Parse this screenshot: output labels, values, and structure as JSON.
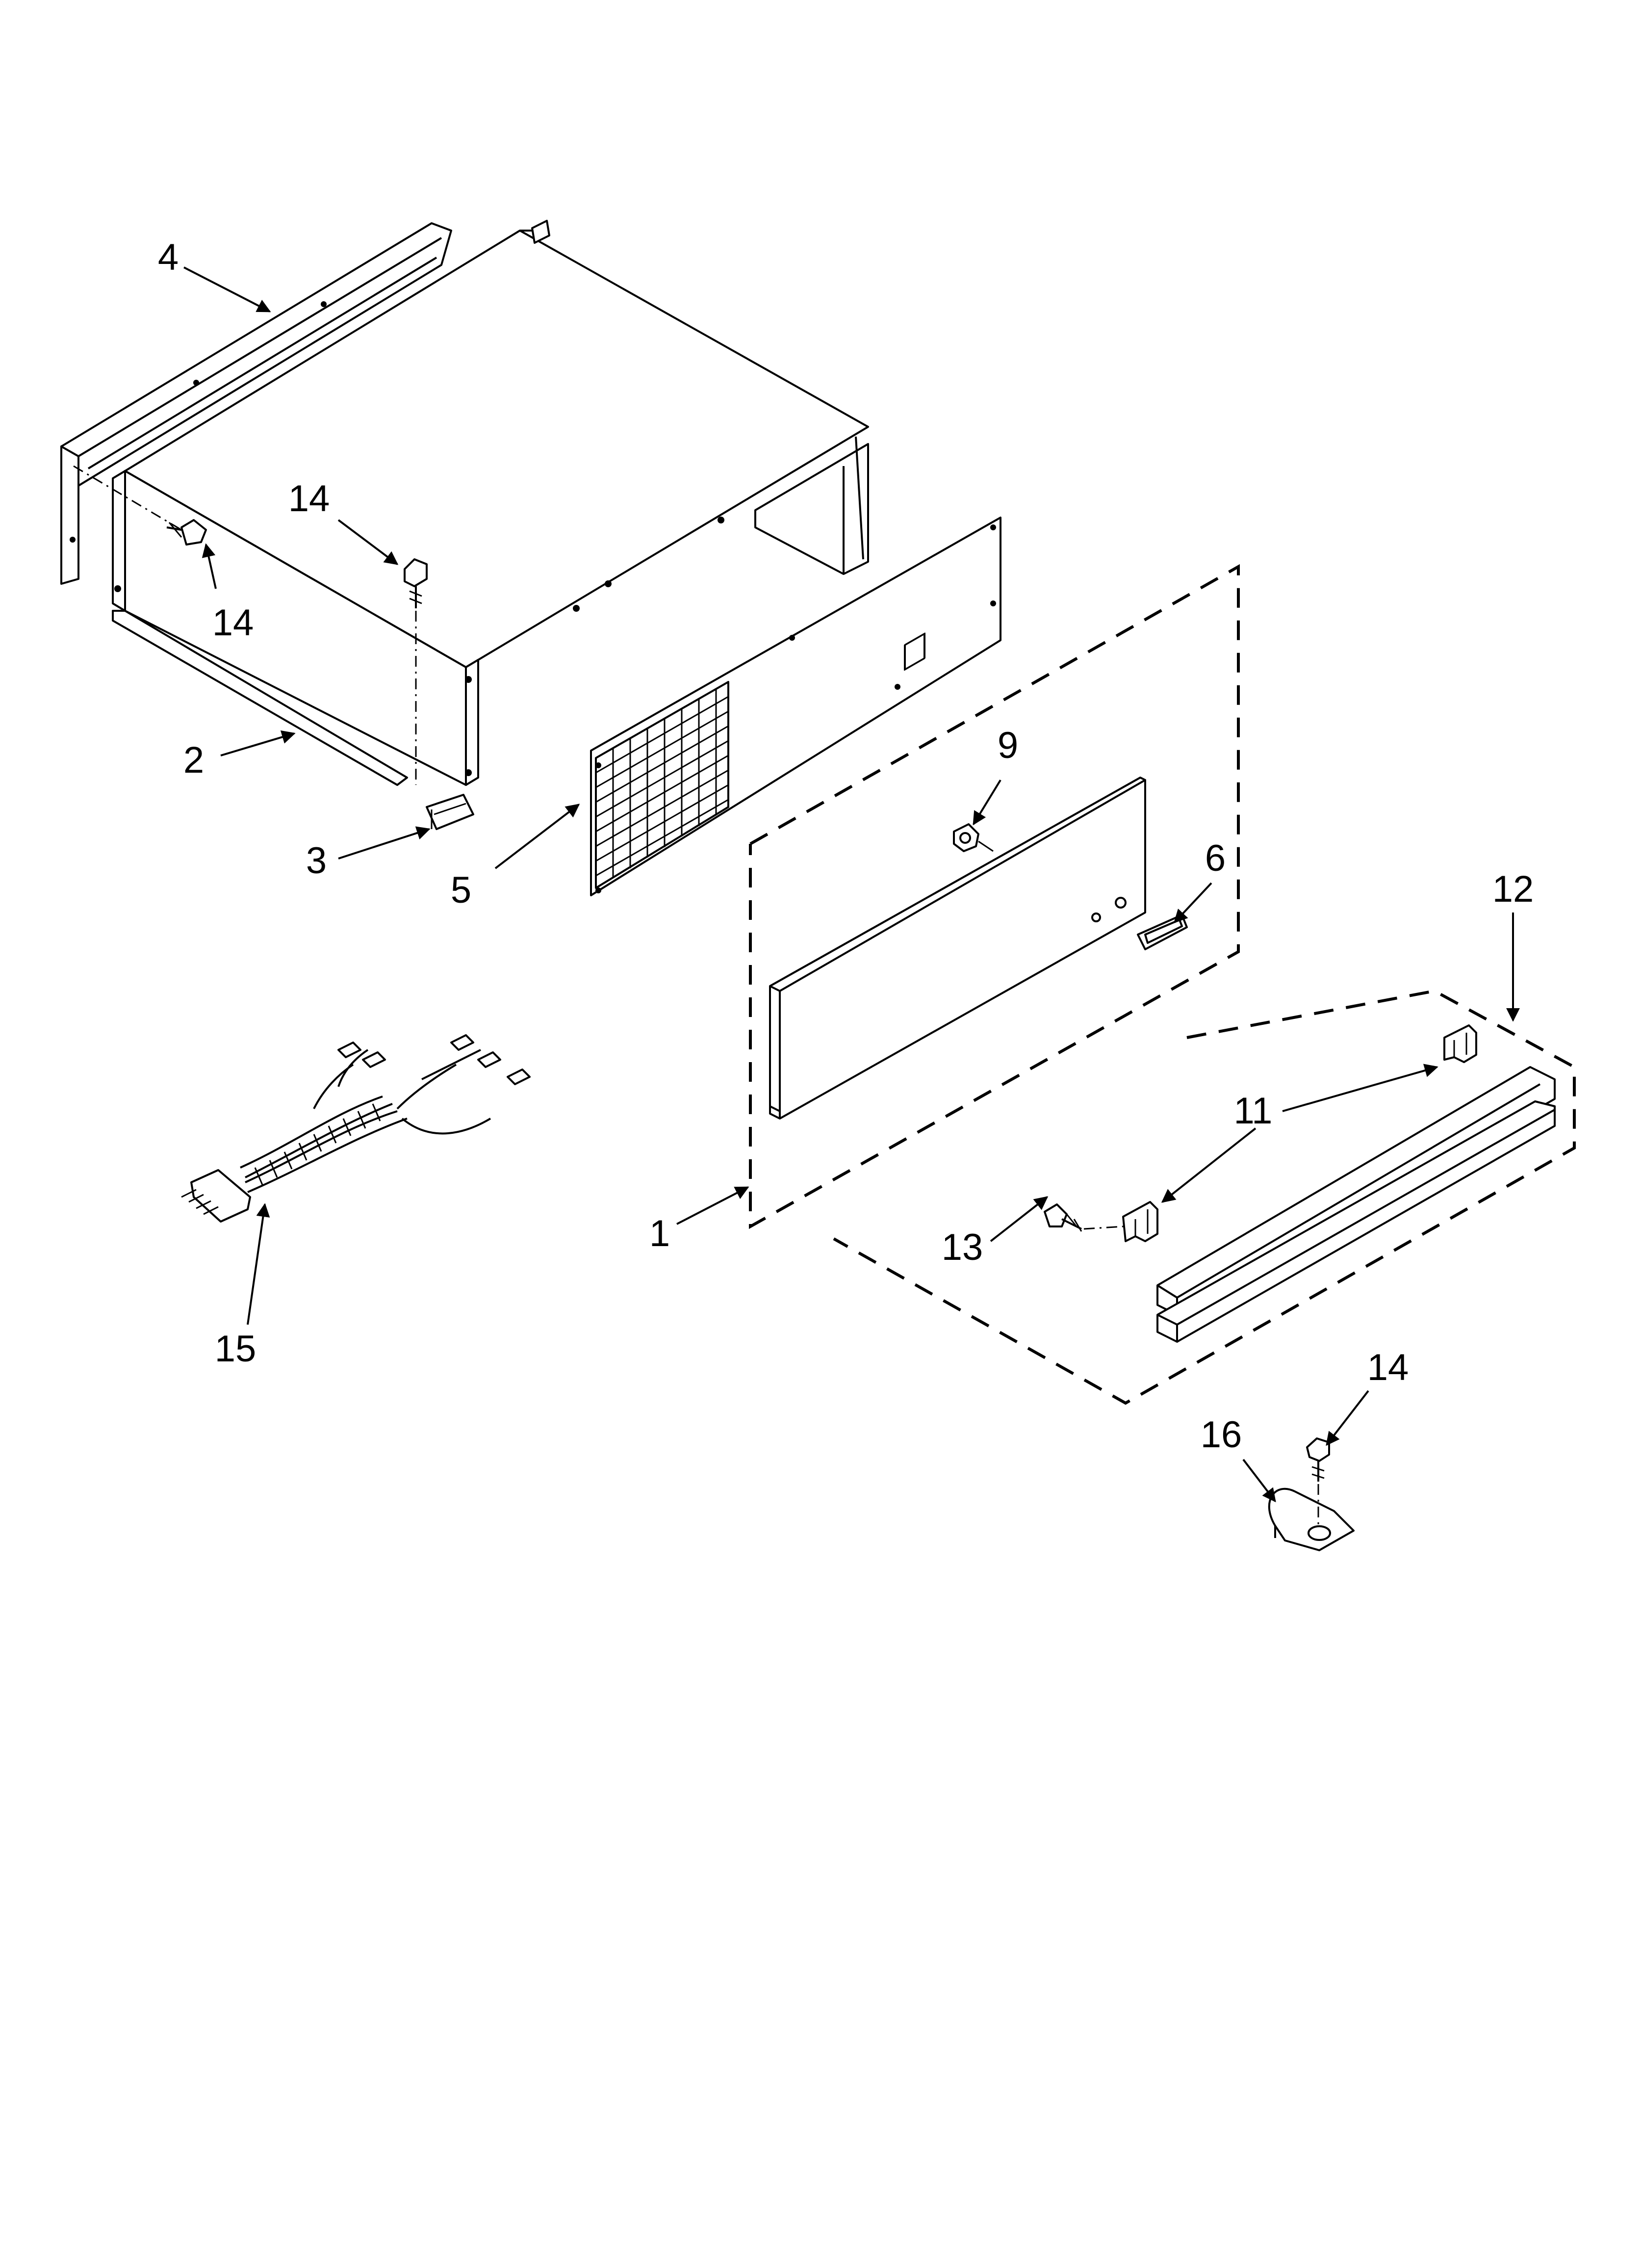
{
  "diagram": {
    "callouts": [
      {
        "id": "c-4",
        "label": "4"
      },
      {
        "id": "c-14a",
        "label": "14"
      },
      {
        "id": "c-14b",
        "label": "14"
      },
      {
        "id": "c-2",
        "label": "2"
      },
      {
        "id": "c-3",
        "label": "3"
      },
      {
        "id": "c-5",
        "label": "5"
      },
      {
        "id": "c-9",
        "label": "9"
      },
      {
        "id": "c-6",
        "label": "6"
      },
      {
        "id": "c-12",
        "label": "12"
      },
      {
        "id": "c-11",
        "label": "11"
      },
      {
        "id": "c-13",
        "label": "13"
      },
      {
        "id": "c-1",
        "label": "1"
      },
      {
        "id": "c-15",
        "label": "15"
      },
      {
        "id": "c-14c",
        "label": "14"
      },
      {
        "id": "c-16",
        "label": "16"
      }
    ]
  }
}
